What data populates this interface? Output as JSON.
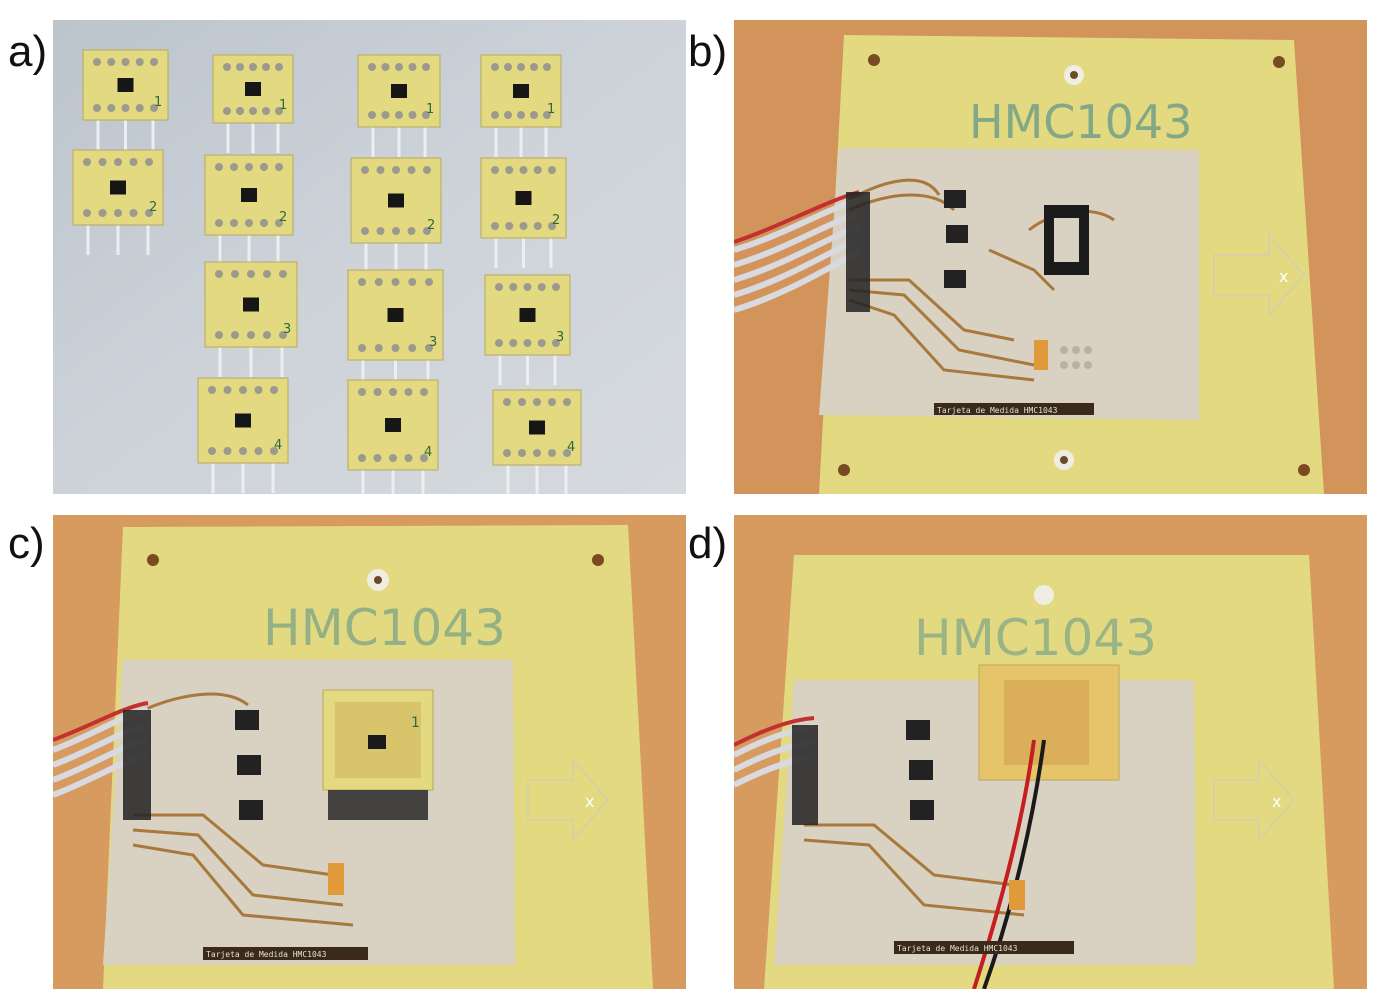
{
  "figure": {
    "panels": [
      {
        "label": "a)"
      },
      {
        "label": "b)",
        "board_marking": "HMC1043",
        "board_caption": "Tarjeta de Medida HMC1043"
      },
      {
        "label": "c)",
        "board_marking": "HMC1043",
        "board_caption": "Tarjeta de Medida HMC1043",
        "daughter_number": "1"
      },
      {
        "label": "d)",
        "board_marking": "HMC1043",
        "board_caption": "Tarjeta de Medida HMC1043"
      }
    ],
    "sensor_board_numbers": [
      "1",
      "1",
      "1",
      "1",
      "2",
      "2",
      "2",
      "2",
      "3",
      "3",
      "3",
      "4",
      "4",
      "4"
    ],
    "colors": {
      "table_grey": "#c9cfd6",
      "wood": "#d79a5f",
      "fr4": "#e3d980",
      "copper_board": "#d9d2c2",
      "trace": "#a8783c"
    }
  }
}
